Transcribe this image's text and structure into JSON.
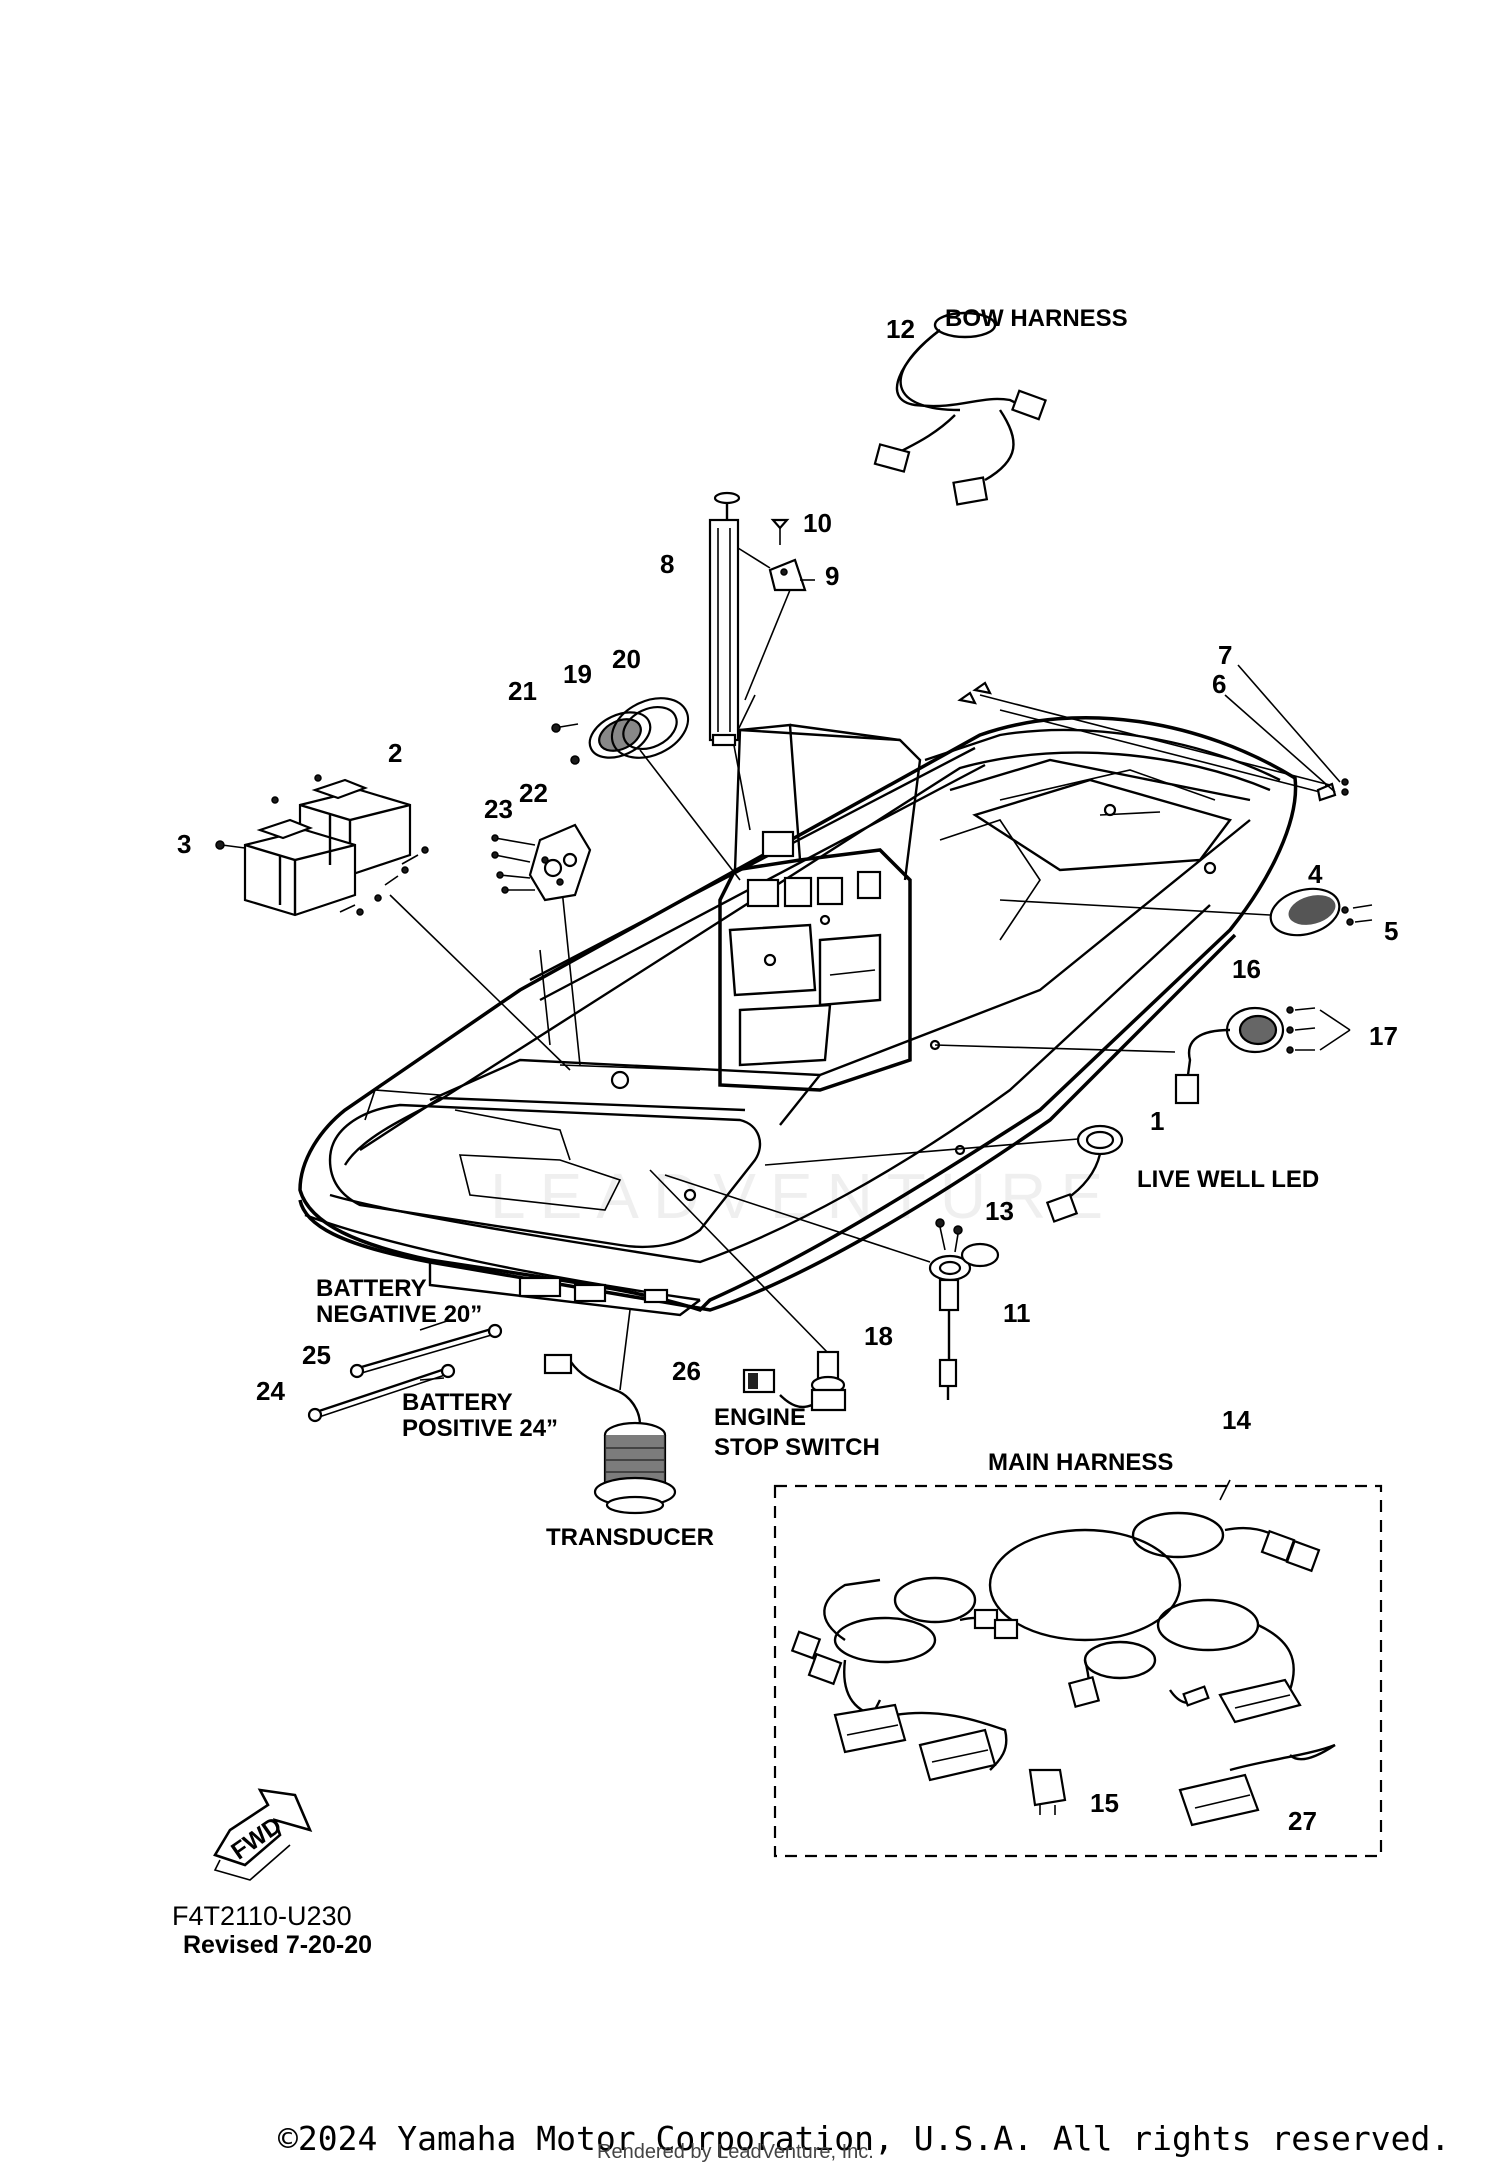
{
  "labels": {
    "bow_harness": "BOW HARNESS",
    "live_well_led": "LIVE WELL LED",
    "battery_negative_1": "BATTERY",
    "battery_negative_2": "NEGATIVE 20”",
    "battery_positive_1": "BATTERY",
    "battery_positive_2": "POSITIVE 24”",
    "engine_stop_1": "ENGINE",
    "engine_stop_2": "STOP SWITCH",
    "transducer": "TRANSDUCER",
    "main_harness": "MAIN HARNESS",
    "fwd": "FWD"
  },
  "callouts": [
    "1",
    "2",
    "3",
    "4",
    "5",
    "6",
    "7",
    "8",
    "9",
    "10",
    "11",
    "12",
    "13",
    "14",
    "15",
    "16",
    "17",
    "18",
    "19",
    "20",
    "21",
    "22",
    "23",
    "24",
    "25",
    "26",
    "27"
  ],
  "footer": {
    "diagram_code": "F4T2110-U230",
    "revision": "Revised 7-20-20",
    "copyright": "©2024 Yamaha Motor Corporation, U.S.A. All rights reserved.",
    "rendered_by": "Rendered by LeadVenture, Inc."
  },
  "watermark": "LEADVENTURE"
}
